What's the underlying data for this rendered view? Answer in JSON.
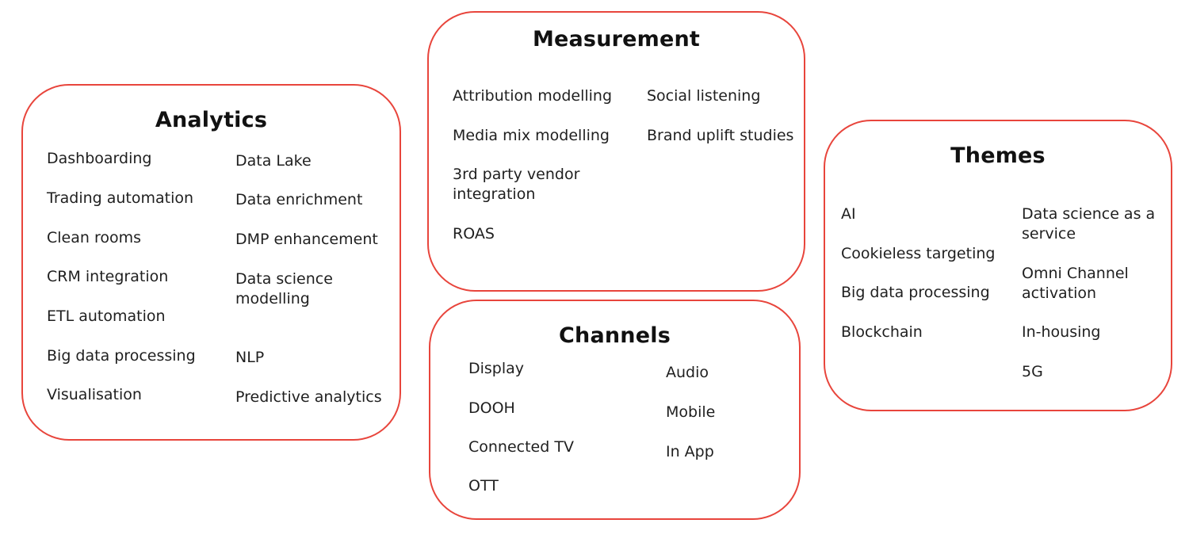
{
  "colors": {
    "border": "#e8453c",
    "title": "#111111",
    "text": "#1f1f1f"
  },
  "analytics": {
    "title": "Analytics",
    "left_items": [
      "Dashboarding",
      "Trading automation",
      "Clean rooms",
      "CRM integration",
      "ETL automation",
      "Big data processing",
      "Visualisation"
    ],
    "right_items": [
      "Data Lake",
      "Data enrichment",
      "DMP enhancement",
      "Data science modelling",
      "NLP",
      "Predictive analytics"
    ]
  },
  "measurement": {
    "title": "Measurement",
    "left_items": [
      "Attribution modelling",
      "Media mix modelling",
      "3rd party vendor integration",
      "ROAS"
    ],
    "right_items": [
      "Social listening",
      "Brand uplift studies"
    ]
  },
  "channels": {
    "title": "Channels",
    "left_items": [
      "Display",
      "DOOH",
      "Connected TV",
      "OTT"
    ],
    "right_items": [
      "Audio",
      "Mobile",
      "In App"
    ]
  },
  "themes": {
    "title": "Themes",
    "left_items": [
      "AI",
      "Cookieless targeting",
      "Big data processing",
      "Blockchain"
    ],
    "right_items": [
      "Data science as a service",
      "Omni Channel activation",
      "In-housing",
      "5G"
    ]
  }
}
